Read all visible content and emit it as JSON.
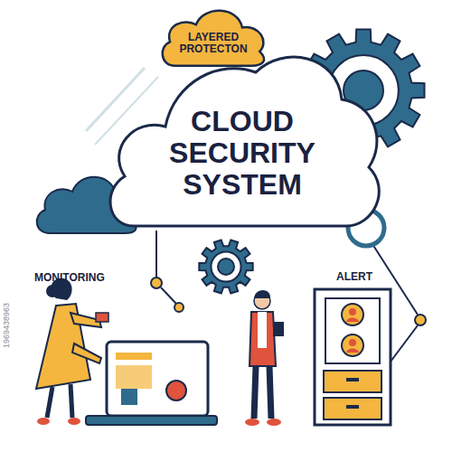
{
  "diagram": {
    "nodes": [
      {
        "text": [
          "CLOUD SECURITY SYSTEM"
        ]
      },
      {
        "text": [
          "LAYERED PROTECTON"
        ]
      }
    ],
    "labels": [
      "MONITORING",
      "ALERT",
      "1969438963"
    ]
  }
}
